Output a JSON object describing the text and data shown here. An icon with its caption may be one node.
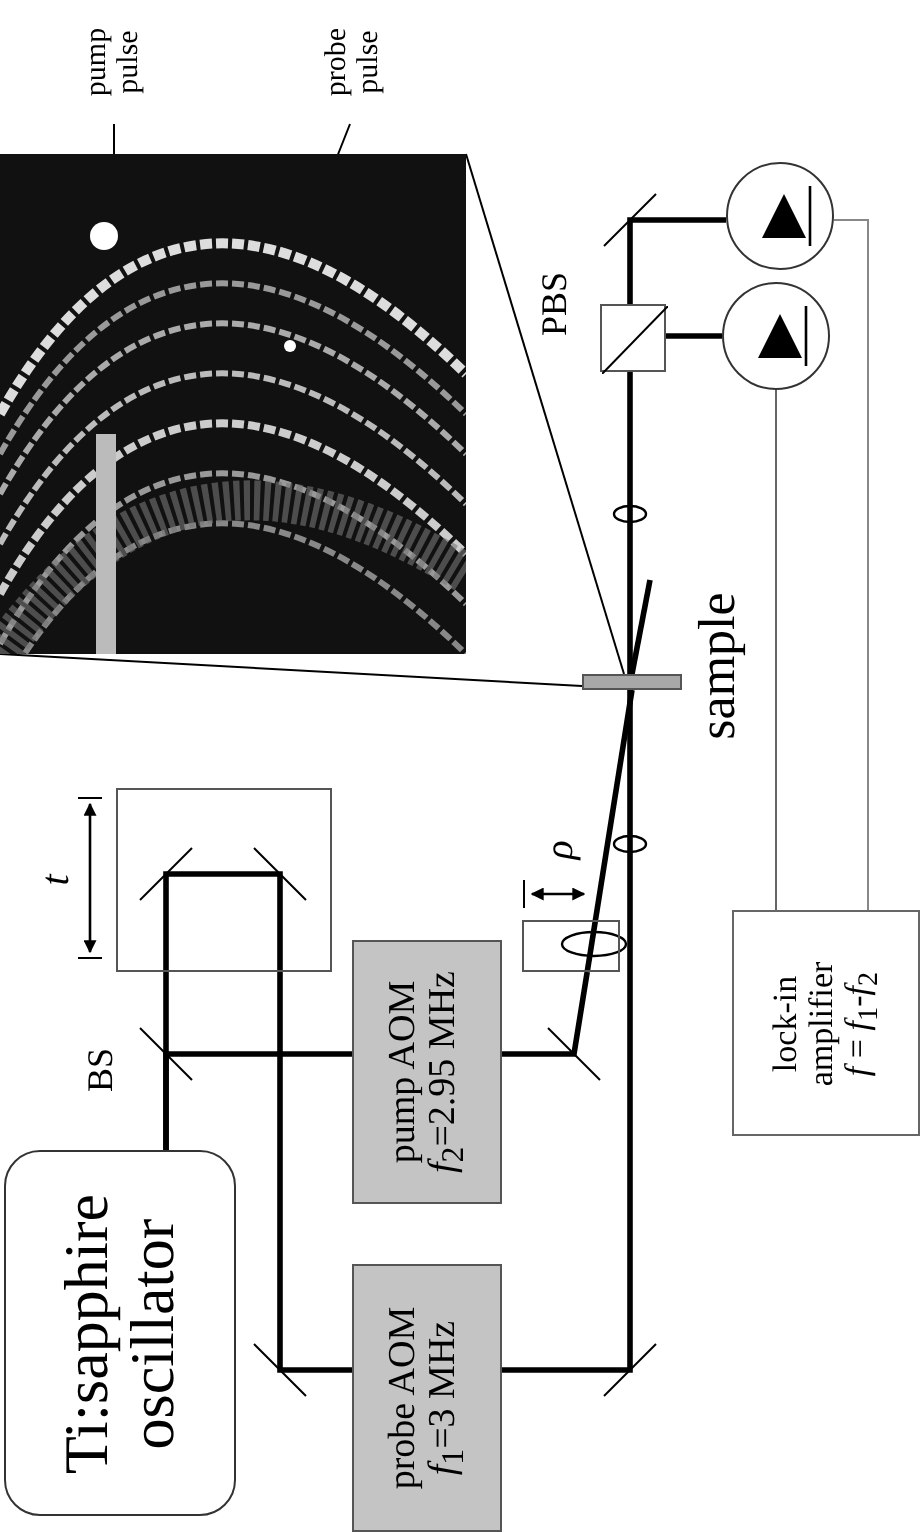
{
  "diagram": {
    "nodes": [
      {
        "text": [
          "Ti:sapphire oscillator"
        ]
      },
      {
        "text": [
          "probe AOM",
          "*f*$_{1}$=3 MHz"
        ]
      },
      {
        "text": [
          "pump AOM",
          "*f*$_{2}$=2.95 MHz"
        ]
      },
      {
        "text": [],
        "shape": "box",
        "beside": [
          "t"
        ]
      },
      {
        "text": [],
        "shape": "box",
        "beside": [
          "ρ"
        ]
      },
      {
        "text": [],
        "shape": "bar",
        "beside": [
          "sample"
        ]
      },
      {
        "text": [],
        "shape": "box",
        "beside": [
          "PBS"
        ]
      },
      {
        "text": [],
        "shape": "circle"
      },
      {
        "text": [],
        "shape": "circle"
      },
      {
        "text": [
          "lock-in amplifier",
          "*f* = *f*$_{1}$-*f*$_{2}$"
        ]
      },
      {
        "text": [],
        "shape": "picture"
      },
      {
        "text": [
          "pump pulse"
        ]
      },
      {
        "text": [
          "probe pulse"
        ]
      }
    ],
    "edges": [
      {
        "from": 0,
        "to": 2,
        "arrow": "none"
      },
      {
        "from": 0,
        "to": 3,
        "arrow": "none"
      },
      {
        "from": 3,
        "to": 1,
        "arrow": "none"
      },
      {
        "from": 1,
        "to": 5,
        "arrow": "none"
      },
      {
        "from": 2,
        "to": 4,
        "arrow": "none"
      },
      {
        "from": 4,
        "to": 5,
        "arrow": "none"
      },
      {
        "from": 5,
        "to": 6,
        "arrow": "none"
      },
      {
        "from": 6,
        "to": 7,
        "arrow": "none"
      },
      {
        "from": 6,
        "to": 8,
        "arrow": "none"
      },
      {
        "from": 8,
        "to": 9,
        "arrow": "none",
        "color": "#666666"
      },
      {
        "from": 7,
        "to": 9,
        "arrow": "none",
        "color": "#888888"
      },
      {
        "from": 10,
        "to": 5,
        "arrow": "none"
      },
      {
        "from": 10,
        "to": 5,
        "arrow": "none"
      },
      {
        "from": 11,
        "to": 10,
        "arrow": "none"
      },
      {
        "from": 12,
        "to": 10,
        "arrow": "none"
      }
    ],
    "labels": [
      "BS"
    ]
  }
}
